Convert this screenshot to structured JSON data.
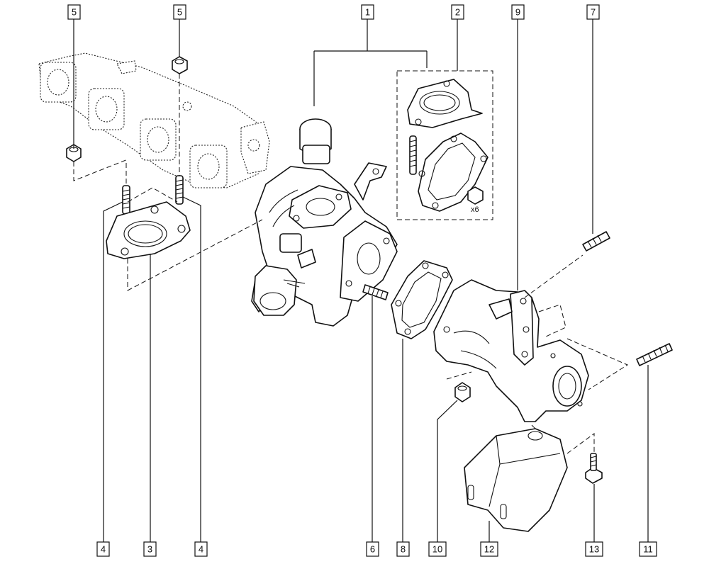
{
  "callouts": {
    "top": [
      {
        "label": "5"
      },
      {
        "label": "5"
      },
      {
        "label": "1"
      },
      {
        "label": "2"
      },
      {
        "label": "9"
      },
      {
        "label": "7"
      }
    ],
    "bottom": [
      {
        "label": "4"
      },
      {
        "label": "3"
      },
      {
        "label": "4"
      },
      {
        "label": "6"
      },
      {
        "label": "8"
      },
      {
        "label": "10"
      },
      {
        "label": "12"
      },
      {
        "label": "13"
      },
      {
        "label": "11"
      }
    ]
  },
  "kit_quantity": "x6"
}
